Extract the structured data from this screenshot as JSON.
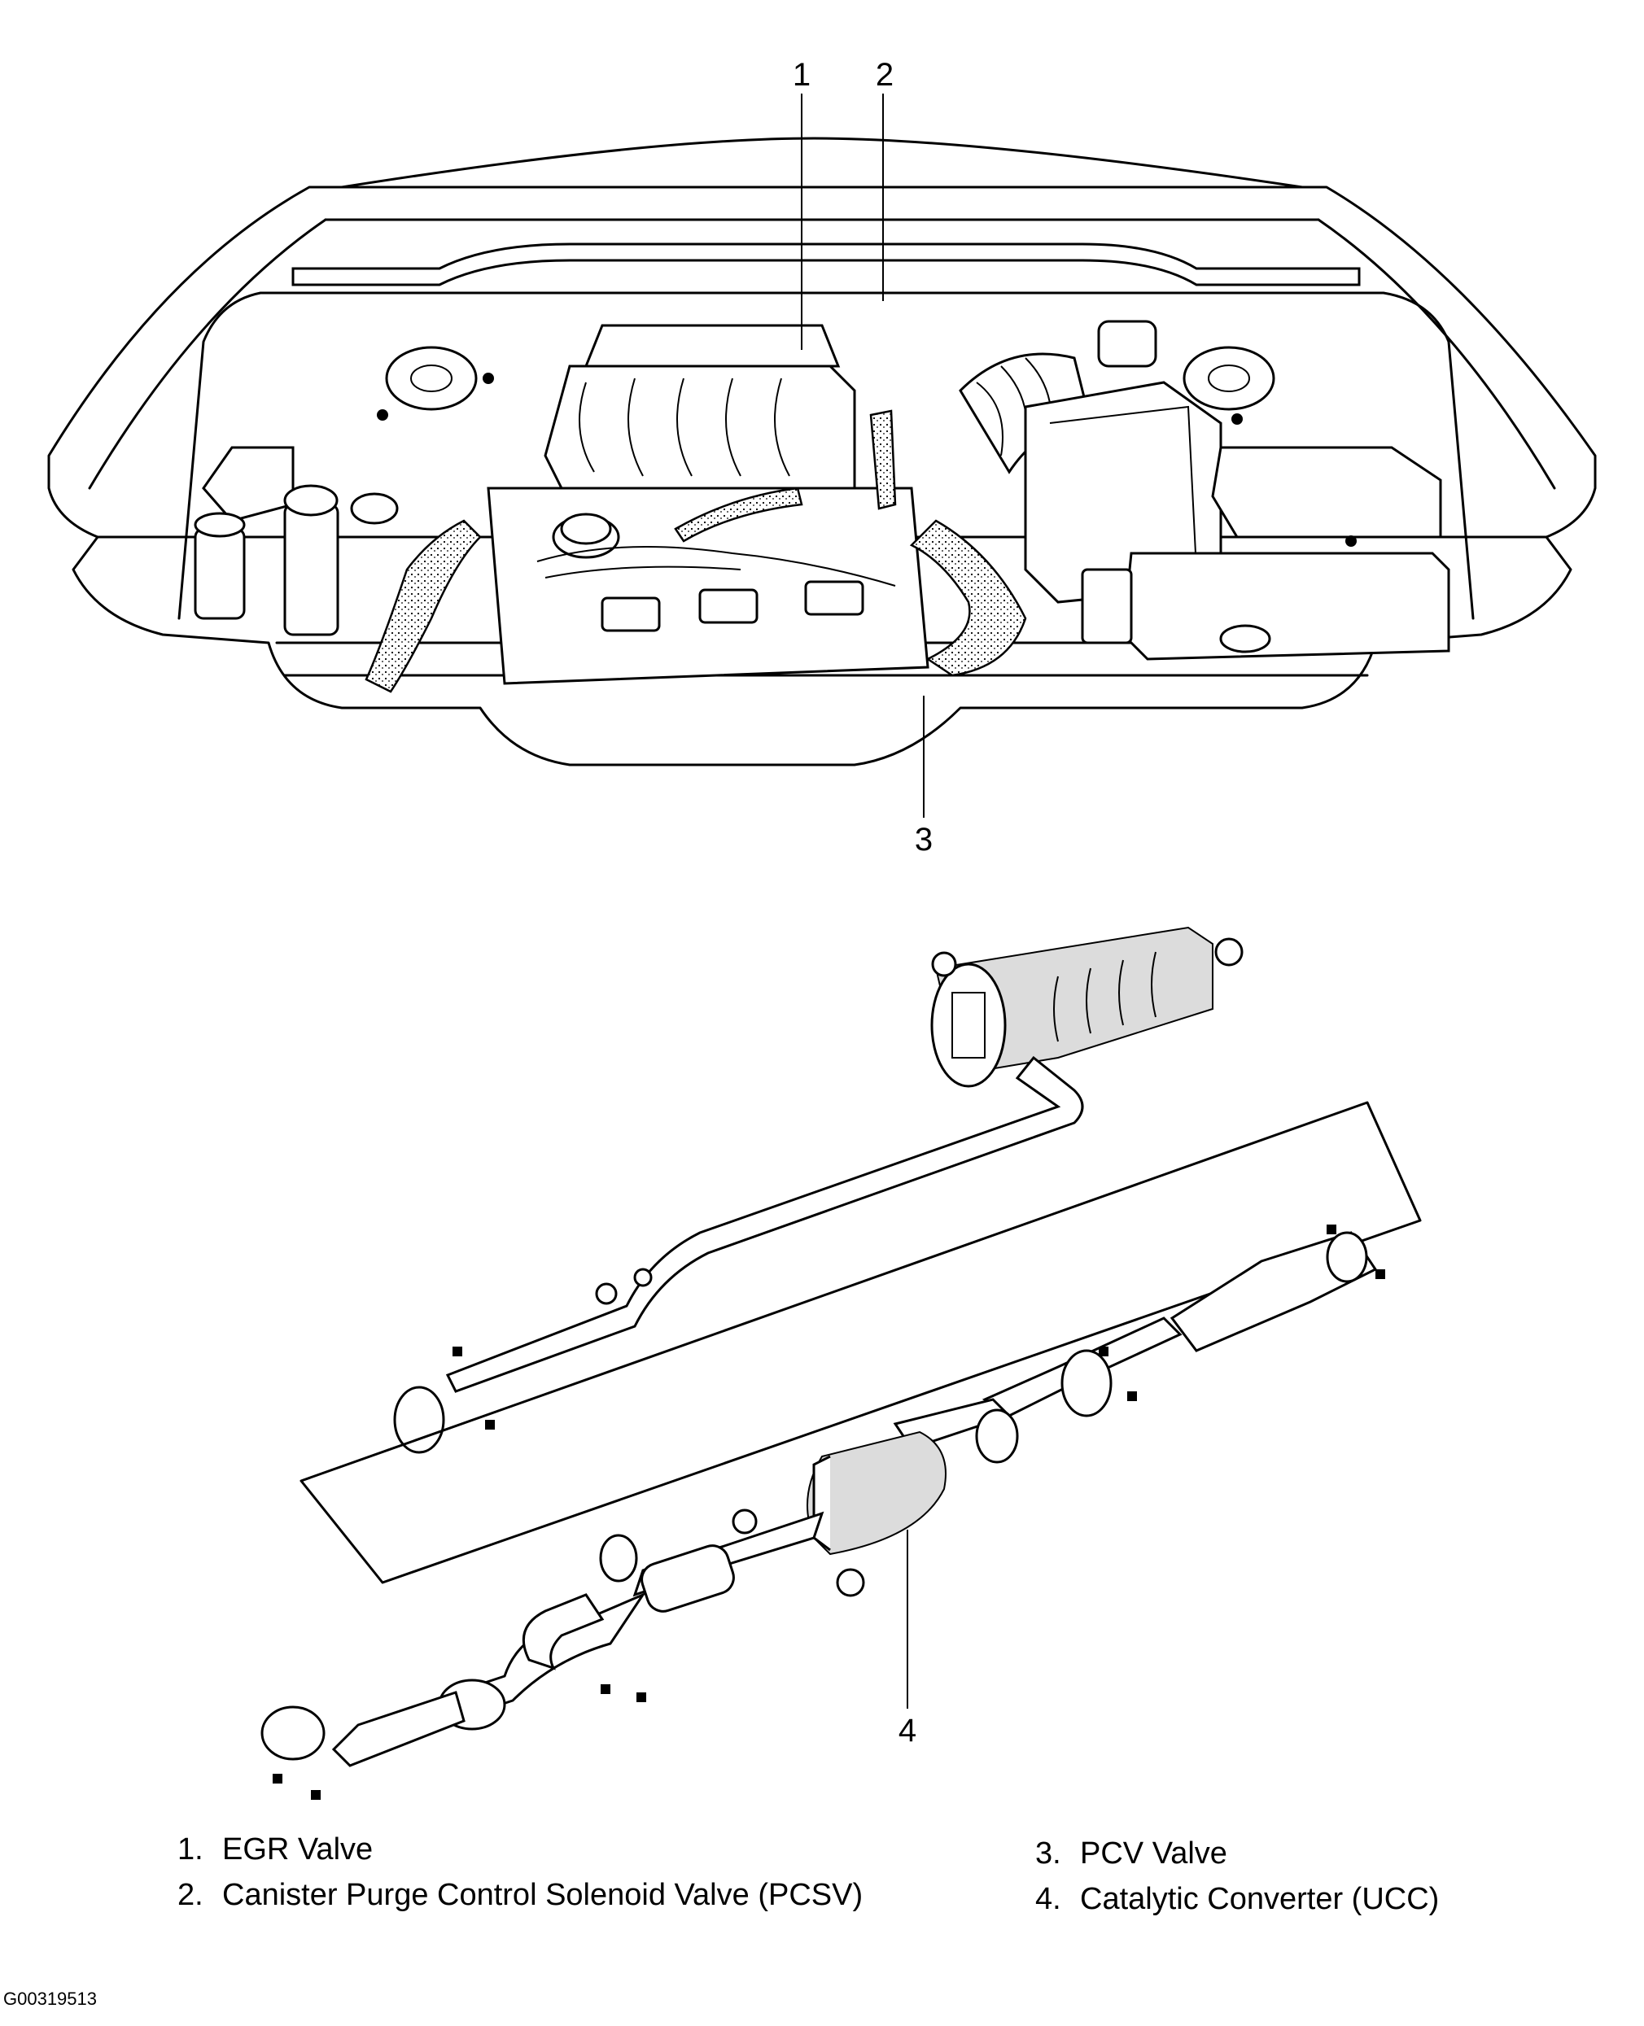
{
  "callouts": [
    {
      "id": "1",
      "label": "1"
    },
    {
      "id": "2",
      "label": "2"
    },
    {
      "id": "3",
      "label": "3"
    },
    {
      "id": "4",
      "label": "4"
    }
  ],
  "legend": {
    "left": [
      {
        "num": "1.",
        "text": "EGR Valve"
      },
      {
        "num": "2.",
        "text": "Canister Purge Control Solenoid Valve (PCSV)"
      }
    ],
    "right": [
      {
        "num": "3.",
        "text": "PCV Valve"
      },
      {
        "num": "4.",
        "text": "Catalytic Converter (UCC)"
      }
    ]
  },
  "figure_id": "G00319513"
}
